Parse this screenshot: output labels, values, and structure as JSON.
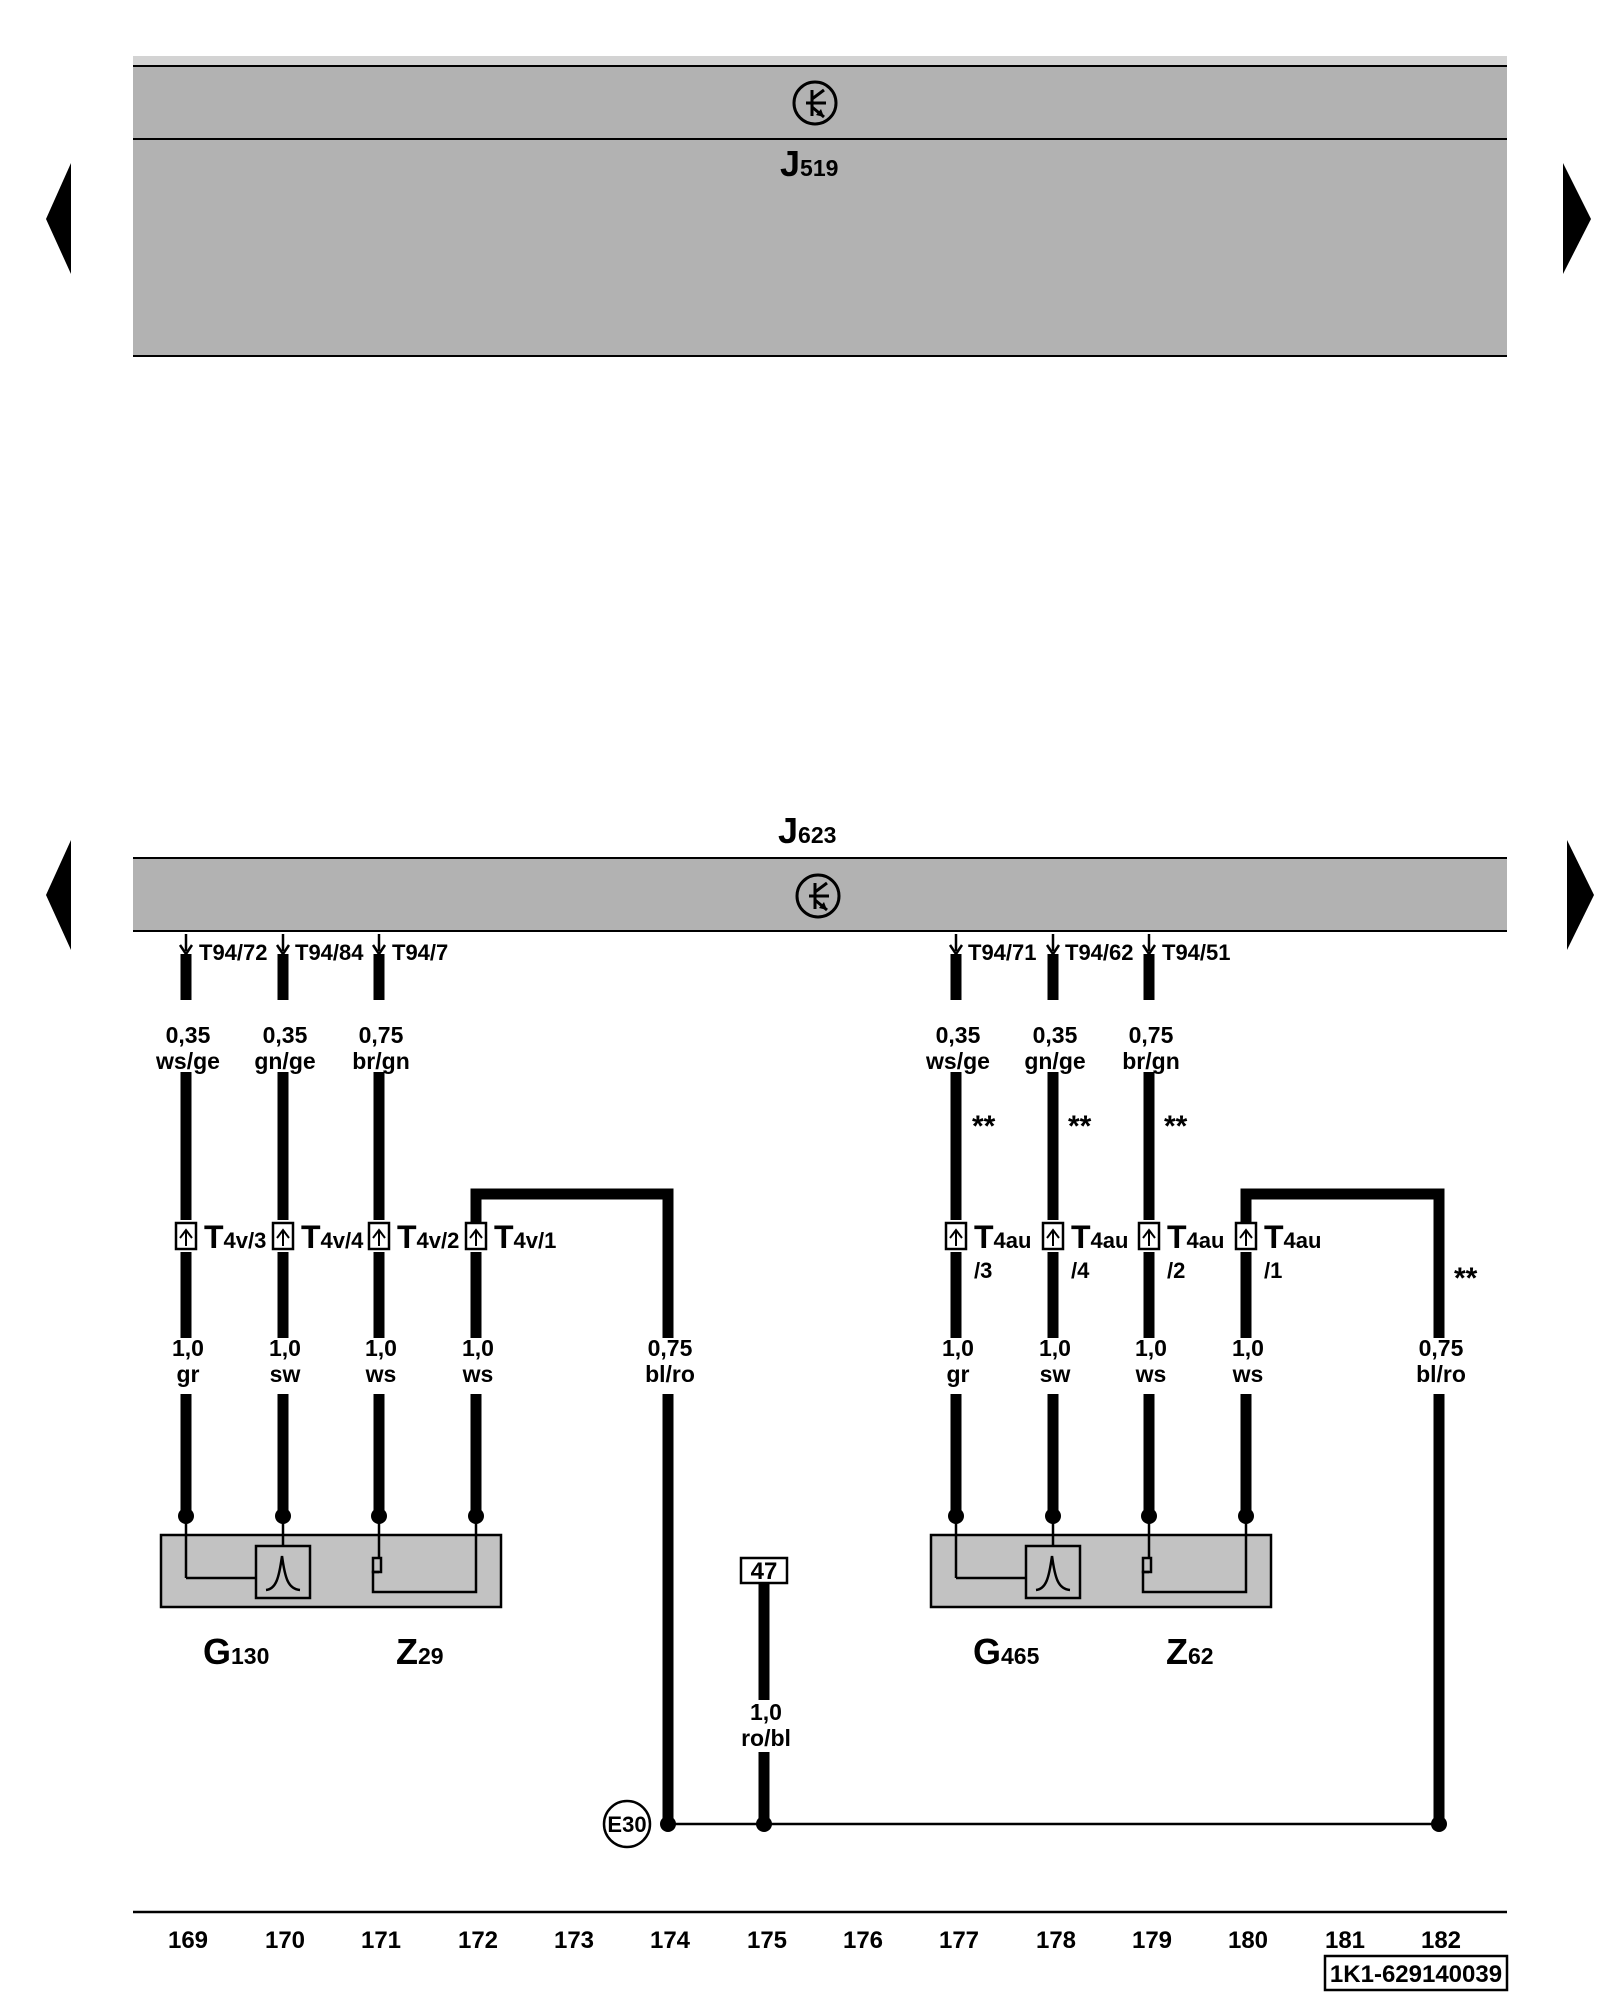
{
  "modules": {
    "upper": {
      "name": "J",
      "sub": "519"
    },
    "lower": {
      "name": "J",
      "sub": "623"
    }
  },
  "control_unit_pins": [
    "T94/72",
    "T94/84",
    "T94/7",
    "T94/71",
    "T94/62",
    "T94/51"
  ],
  "upper_wires": [
    {
      "size": "0,35",
      "color": "ws/ge"
    },
    {
      "size": "0,35",
      "color": "gn/ge"
    },
    {
      "size": "0,75",
      "color": "br/gn"
    },
    {
      "size": "0,35",
      "color": "ws/ge"
    },
    {
      "size": "0,35",
      "color": "gn/ge"
    },
    {
      "size": "0,75",
      "color": "br/gn"
    }
  ],
  "connectors": {
    "left": {
      "name": "T",
      "sub": "4v",
      "pins": [
        "/3",
        "/4",
        "/2",
        "/1"
      ]
    },
    "right": {
      "name": "T",
      "sub": "4au",
      "pins": [
        "/3",
        "/4",
        "/2",
        "/1"
      ]
    }
  },
  "lower_wires": [
    {
      "size": "1,0",
      "color": "gr"
    },
    {
      "size": "1,0",
      "color": "sw"
    },
    {
      "size": "1,0",
      "color": "ws"
    },
    {
      "size": "1,0",
      "color": "ws"
    },
    {
      "size": "0,75",
      "color": "bl/ro"
    },
    {
      "size": "1,0",
      "color": "gr"
    },
    {
      "size": "1,0",
      "color": "sw"
    },
    {
      "size": "1,0",
      "color": "ws"
    },
    {
      "size": "1,0",
      "color": "ws"
    },
    {
      "size": "0,75",
      "color": "bl/ro"
    }
  ],
  "feed_wire": {
    "terminal": "47",
    "size": "1,0",
    "color": "ro/bl"
  },
  "components": [
    {
      "name": "G",
      "sub": "130"
    },
    {
      "name": "Z",
      "sub": "29"
    },
    {
      "name": "G",
      "sub": "465"
    },
    {
      "name": "Z",
      "sub": "62"
    }
  ],
  "ground_point": "E30",
  "note_marker": "**",
  "tracks": [
    "169",
    "170",
    "171",
    "172",
    "173",
    "174",
    "175",
    "176",
    "177",
    "178",
    "179",
    "180",
    "181",
    "182"
  ],
  "reference": "1K1-629140039",
  "colors": {
    "module_fill": "#b2b2b2",
    "component_fill": "#c2c2c2",
    "line": "#000000"
  }
}
